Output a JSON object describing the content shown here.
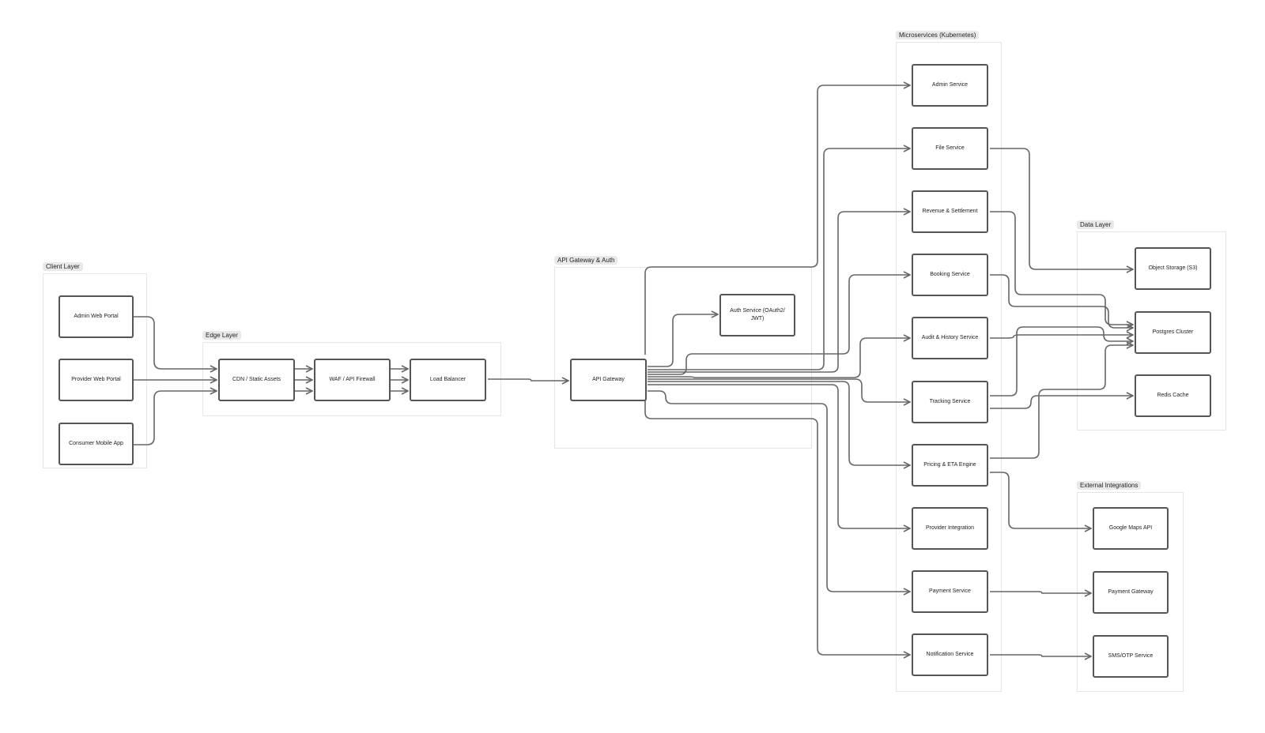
{
  "groups": {
    "client": "Client Layer",
    "edge": "Edge Layer",
    "api": "API Gateway & Auth",
    "micro": "Microservices (Kubernetes)",
    "data": "Data Layer",
    "external": "External Integrations"
  },
  "nodes": {
    "admin_web_portal": "Admin Web Portal",
    "provider_web_portal": "Provider Web Portal",
    "consumer_mobile_app": "Consumer Mobile App",
    "cdn": "CDN / Static Assets",
    "waf": "WAF / API Firewall",
    "load_balancer": "Load Balancer",
    "api_gateway": "API Gateway",
    "auth_service": "Auth Service (OAuth2/ JWT)",
    "admin_service": "Admin Service",
    "file_service": "File Service",
    "revenue": "Revenue & Settlement",
    "booking": "Booking Service",
    "audit": "Audit & History Service",
    "tracking": "Tracking Service",
    "pricing": "Pricing & ETA Engine",
    "provider_integration": "Provider Integration",
    "payment_service": "Payment Service",
    "notification": "Notification Service",
    "object_storage": "Object Storage (S3)",
    "postgres": "Postgres Cluster",
    "redis": "Redis Cache",
    "google_maps": "Google Maps API",
    "payment_gateway": "Payment Gateway",
    "sms": "SMS/OTP Service"
  },
  "colors": {
    "edge_stroke": "#666666",
    "node_border": "#555555",
    "group_border": "#e6e6e6",
    "group_label_bg": "#e9e9e9"
  }
}
